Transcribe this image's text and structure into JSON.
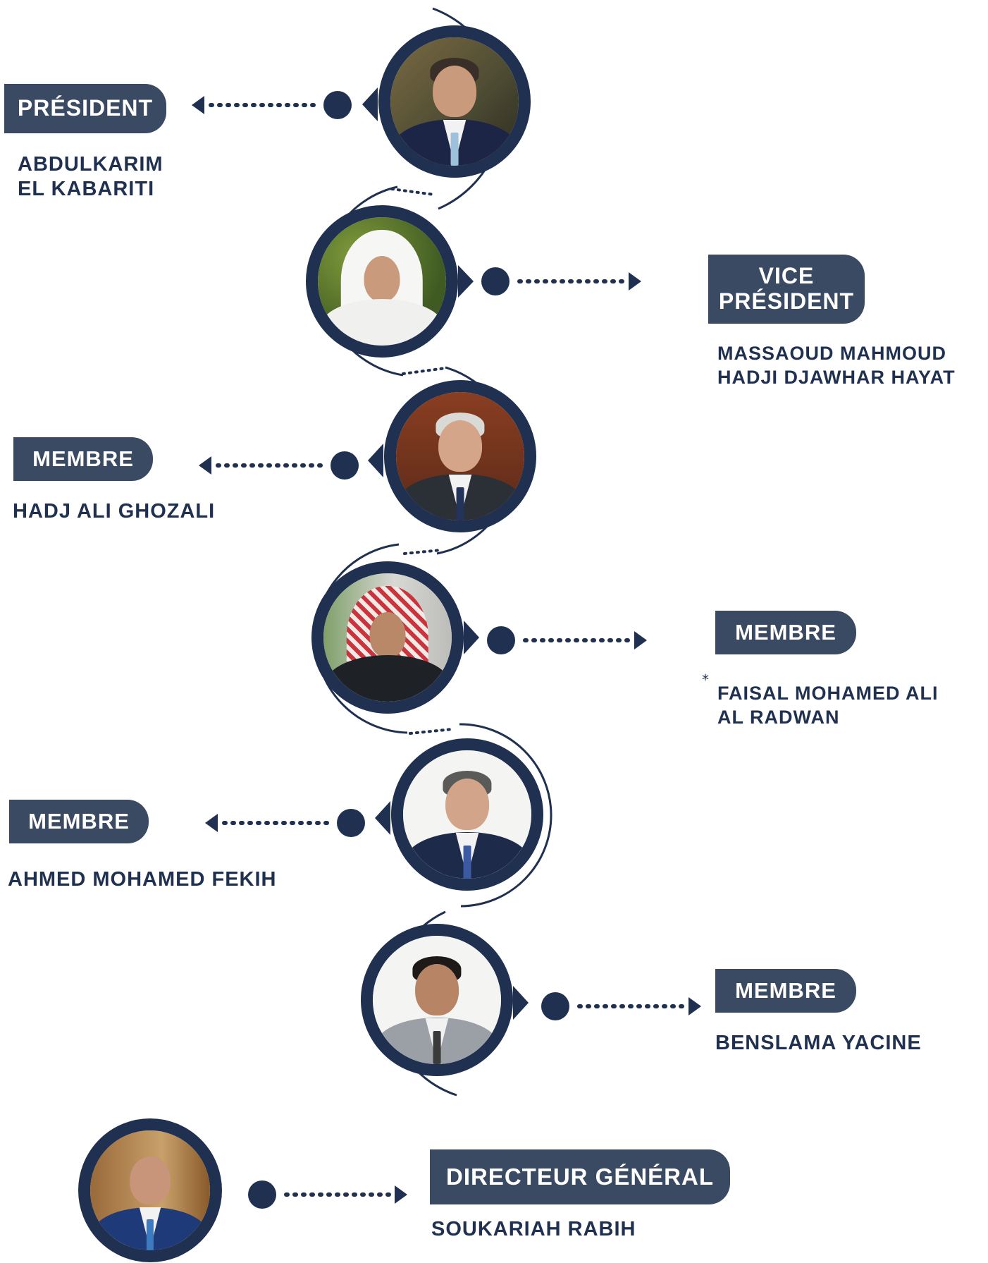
{
  "theme": {
    "navy": "#1f3050",
    "label_bg": "#3b4a63",
    "label_text": "#ffffff",
    "name_text": "#1f3050",
    "background": "#ffffff"
  },
  "board": [
    {
      "role": "PRÉSIDENT",
      "name_lines": [
        "ABDULKARIM",
        "EL KABARITI"
      ],
      "label_side": "left",
      "photo": "portrait-man-suit"
    },
    {
      "role": "VICE PRÉSIDENT",
      "role_lines": [
        "VICE",
        "PRÉSIDENT"
      ],
      "name_lines": [
        "MASSAOUD MAHMOUD",
        "HADJI DJAWHAR HAYAT"
      ],
      "label_side": "right",
      "photo": "portrait-man-white-headdress"
    },
    {
      "role": "MEMBRE",
      "name_lines": [
        "HADJ ALI GHOZALI"
      ],
      "label_side": "left",
      "photo": "portrait-man-suit"
    },
    {
      "role": "MEMBRE",
      "name_lines": [
        "FAISAL MOHAMED ALI",
        "AL RADWAN"
      ],
      "label_side": "right",
      "marker": "*",
      "photo": "portrait-man-red-keffiyeh"
    },
    {
      "role": "MEMBRE",
      "name_lines": [
        "AHMED MOHAMED FEKIH"
      ],
      "label_side": "left",
      "photo": "portrait-man-suit"
    },
    {
      "role": "MEMBRE",
      "name_lines": [
        "BENSLAMA YACINE"
      ],
      "label_side": "right",
      "photo": "portrait-man-suit"
    }
  ],
  "director": {
    "role": "DIRECTEUR GÉNÉRAL",
    "name_lines": [
      "SOUKARIAH RABIH"
    ],
    "photo": "portrait-man-suit"
  }
}
